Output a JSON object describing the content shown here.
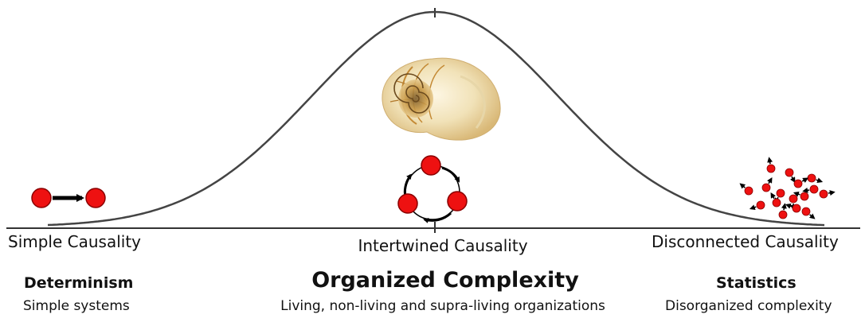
{
  "left": {
    "causality": "Simple Causality",
    "heading": "Determinism",
    "subtitle": "Simple systems"
  },
  "middle": {
    "causality": "Intertwined Causality",
    "heading": "Organized Complexity",
    "subtitle": "Living, non-living and supra-living organizations"
  },
  "right": {
    "causality": "Disconnected Causality",
    "heading": "Statistics",
    "subtitle": "Disorganized complexity"
  },
  "icons": [
    "bell-curve-icon",
    "nautilus-shell-icon",
    "cycle-icon",
    "scattered-particles-icon"
  ],
  "colors": {
    "particle": "#ee1111",
    "curve": "#444444",
    "arrow": "#000000"
  }
}
